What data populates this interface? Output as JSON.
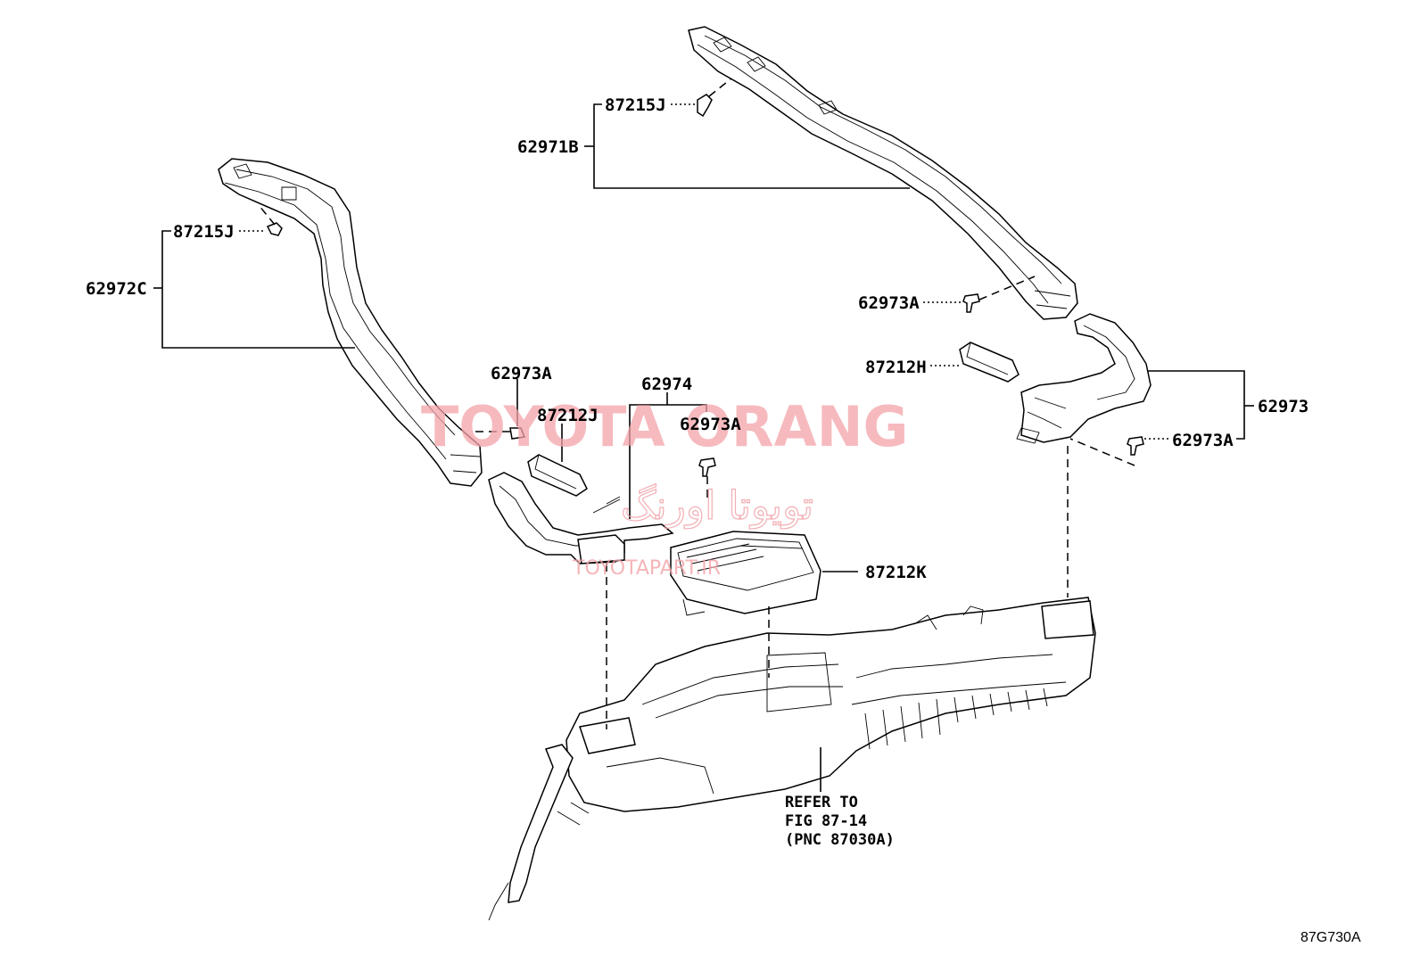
{
  "labels": {
    "l_87215j_top": "87215J",
    "l_62971b": "62971B",
    "l_87215j_left": "87215J",
    "l_62972c": "62972C",
    "l_62973a_rt": "62973A",
    "l_87212h": "87212H",
    "l_62973": "62973",
    "l_62973a_rb": "62973A",
    "l_62973a_mid": "62973A",
    "l_62974": "62974",
    "l_87212j": "87212J",
    "l_62973a_c": "62973A",
    "l_87212k": "87212K"
  },
  "note": {
    "line1": "REFER TO",
    "line2": "FIG 87-14",
    "line3": "(PNC 87030A)"
  },
  "diagram_code": "87G730A",
  "watermark": {
    "brand": "TOYOTA ORANG",
    "persian": "تویوتا اورنگ",
    "url": "TOYOTAPART.IR"
  }
}
